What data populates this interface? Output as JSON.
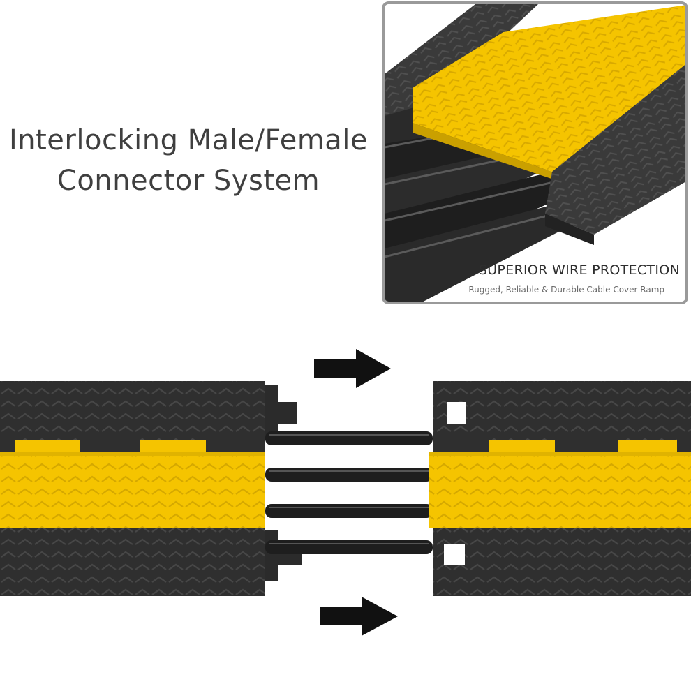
{
  "headline": {
    "line1": "Interlocking Male/Female",
    "line2": "Connector System"
  },
  "inset": {
    "title": "SUPERIOR WIRE PROTECTION",
    "subtitle": "Rugged, Reliable & Durable Cable Cover Ramp"
  },
  "colors": {
    "ramp_black": "#2f2f2f",
    "lid_yellow": "#f5c400",
    "cable_black": "#1e1e1e",
    "arrow_black": "#111111",
    "frame_gray": "#9a9a9a",
    "text_gray": "#3f3f3f"
  },
  "icons": {
    "top_arrow": "arrow-right-icon",
    "bottom_arrow": "arrow-right-icon"
  }
}
